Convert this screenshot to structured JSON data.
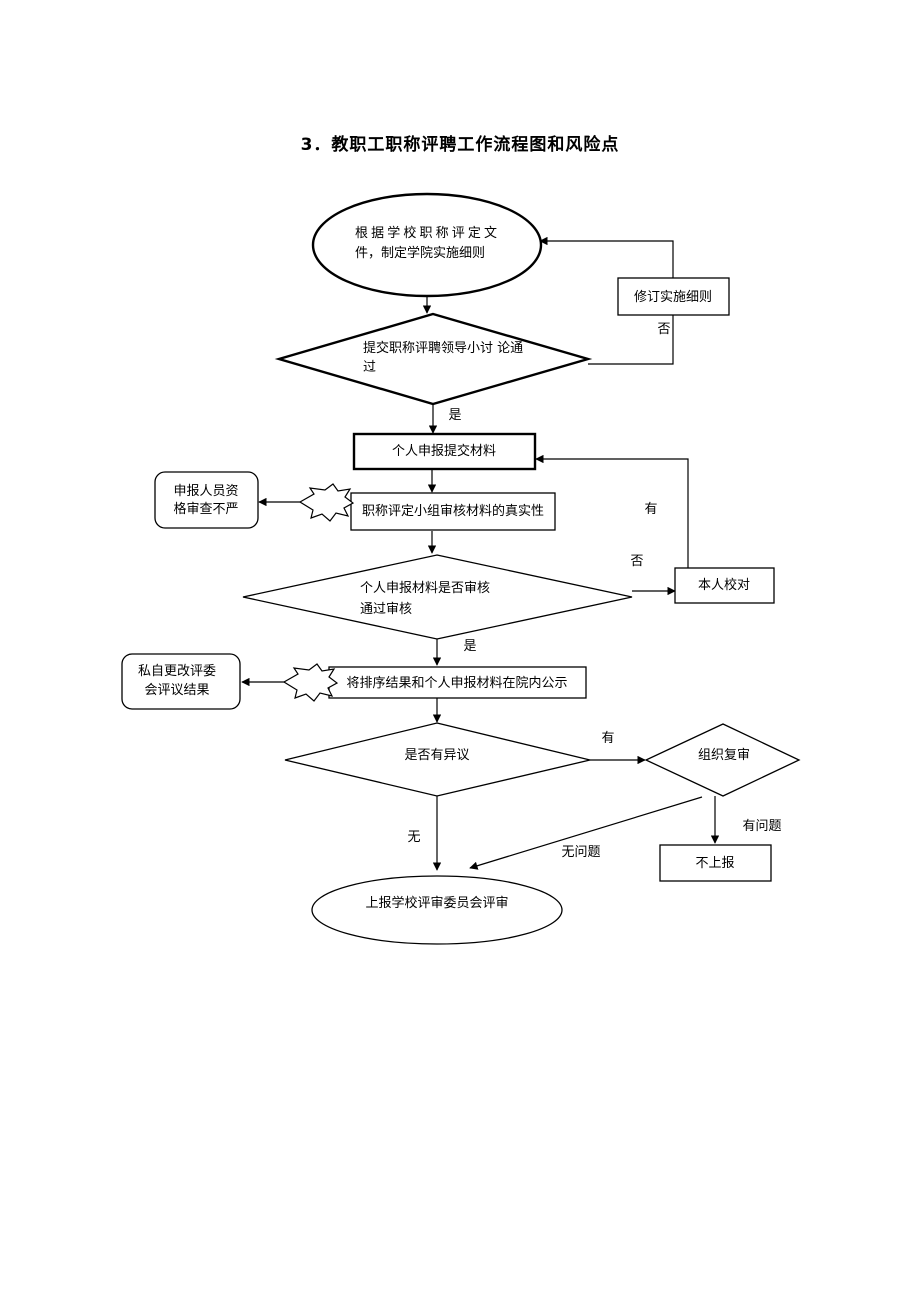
{
  "title": "3．教职工职称评聘工作流程图和风险点",
  "nodes": {
    "start": {
      "line1": "根据学校职称评定文",
      "line2": "件，制定学院实施细则"
    },
    "revise": "修订实施细则",
    "d1": {
      "line1": "提交职称评聘领导小讨  论通",
      "line2": "过"
    },
    "submit": "个人申报提交材料",
    "verify": "职称评定小组审核材料的真实性",
    "d2": {
      "line1": "个人申报材料是否审核",
      "line2": "通过审核"
    },
    "self_check": "本人校对",
    "publicize": "将排序结果和个人申报材料在院内公示",
    "d3": "是否有异议",
    "d4": "组织复审",
    "no_report": "不上报",
    "end": "上报学校评审委员会评审"
  },
  "risks": {
    "risk1": {
      "line1": "申报人员资",
      "line2": "格审查不严"
    },
    "risk2": {
      "line1": "私自更改评委",
      "line2": "会评议结果"
    }
  },
  "edge_labels": {
    "no1": "否",
    "yes1": "是",
    "has1": "有",
    "no2": "否",
    "yes2": "是",
    "has2": "有",
    "none": "无",
    "has_problem": "有问题",
    "no_problem": "无问题"
  }
}
